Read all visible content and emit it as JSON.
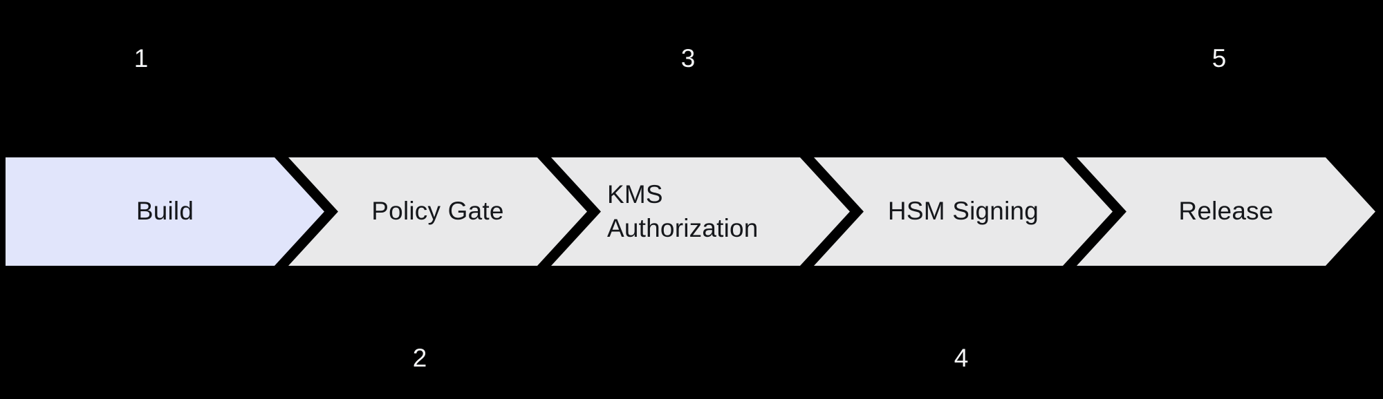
{
  "diagram": {
    "type": "process-flow-chevrons",
    "background_color": "#000000",
    "text_color": "#15171b",
    "number_color": "#f5f6f7",
    "accent_fill": "#e1e5fb",
    "default_fill": "#e9e9ea",
    "steps": [
      {
        "number": "1",
        "label": "Build",
        "fill": "#e1e5fb",
        "number_position": "top"
      },
      {
        "number": "2",
        "label": "Policy Gate",
        "fill": "#e9e9ea",
        "number_position": "bottom"
      },
      {
        "number": "3",
        "label": "KMS Authorization",
        "fill": "#e9e9ea",
        "number_position": "top"
      },
      {
        "number": "4",
        "label": "HSM Signing",
        "fill": "#e9e9ea",
        "number_position": "bottom"
      },
      {
        "number": "5",
        "label": "Release",
        "fill": "#e9e9ea",
        "number_position": "top"
      }
    ]
  }
}
